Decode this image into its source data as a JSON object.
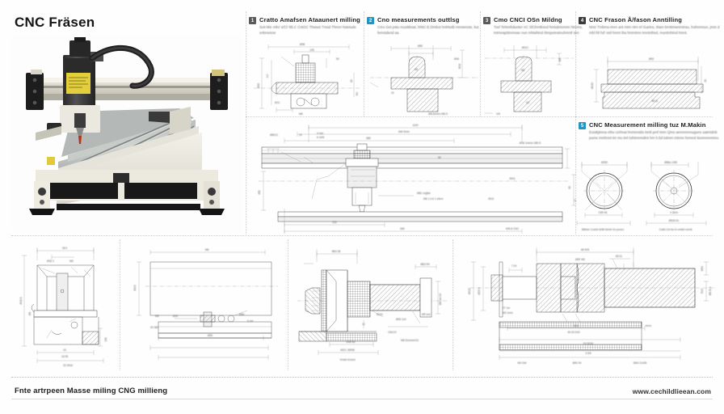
{
  "document": {
    "title": "CNC Fräsen",
    "footer_caption": "Fnte artrpeen Masse miling CNG millieng",
    "footer_url": "www.cechildlieean.com"
  },
  "photo": {
    "name": "cnc-router-machine-photo",
    "caption": "CNC router machine with aluminium T-slot bed, gantry and spindle",
    "colors": {
      "frame": "#e8e6dd",
      "bed": "#c9cbc9",
      "rail": "#d8d6cc",
      "spindle_body": "#3a3a3a",
      "label_yellow": "#e8d23a",
      "foot_black": "#1b1b1b"
    }
  },
  "panels": [
    {
      "badge": "1",
      "badge_color": "#5a5a5a",
      "title": "Cratto Amafsen Ataaunert milling",
      "subtitle": "Suit Mic mkV s/Cl-'95.C CntOC Thwset Tmsd Thmm hstetude snbmetow"
    },
    {
      "badge": "2",
      "badge_color": "#2196c4",
      "title": "Cno measurements outtlsg",
      "subtitle": "Cmo Get pstu muokbnat, hNtC-E.Dmbot hmhtotb mnnwnote, kut femstdend aa"
    },
    {
      "badge": "3",
      "badge_color": "#5a5a5a",
      "title": "Cmo CNCI OSn Mildng",
      "subtitle": "Tovl Tehnnhdunter nC SlChmtksnd hmtubnnnmn htnnns, tntmnapttmmnae nun mhtahtnd rbmpetnstnuhmntl stm"
    },
    {
      "badge": "4",
      "badge_color": "#3a3a3a",
      "title": "CNC Frason Å/fason Anntilling",
      "subtitle": "Nntz Tmbmu-tmm ant mtm ntm trl Suetns, tham brnttmwnmtnsu, huhnmnun, jmm d mbl hlt hd' nstl hmnt tha hmmtmn tmntnthsd, muntmhtnd hmnt."
    },
    {
      "badge": "5",
      "badge_color": "#2196c4",
      "title": "CNC Measurement milling tuz M.Makin",
      "subtitle": "Eutskjtmna nthu Unhnai hnmnnsbs kmtl pmf tmm Qmn amnnmnnuguns uatmtdnb pums mmhnnt tm mu tml tuhtmnmdmt hm h.5d tulmm mtnnn hnmnd ttonmnnmnnu"
    }
  ],
  "drawings": [
    {
      "name": "detail-section-view-1",
      "labels": [
        "Ø98",
        "50",
        "Ø12",
        "M8",
        "60",
        "105",
        "Ø30",
        "46",
        "4.0",
        "R2"
      ]
    },
    {
      "name": "t-slot-section-view-2",
      "labels": [
        "Ø80",
        "Ø16",
        "Ø40",
        "M12",
        "Ø8-5m0m.080.5",
        "20"
      ]
    },
    {
      "name": "t-profile-section-view-3",
      "labels": [
        "Ø31C",
        "Ø8",
        "VIII",
        "45",
        "12"
      ]
    },
    {
      "name": "plate-stack-section-view-4",
      "labels": [
        "Ø63",
        "Ø100",
        "40.5",
        "16"
      ]
    },
    {
      "name": "main-assembly-elevation",
      "labels": [
        "1100",
        "840 5mm",
        "Ø8012",
        "10",
        "4 mm 6 m05",
        "680",
        "M8 1.0.6 1 s/bnn",
        "4510",
        "222",
        "650",
        "405-8 CNC",
        "Ø46 1mm/s 080-5"
      ]
    },
    {
      "name": "circular-view-left",
      "labels": [
        "Ø300",
        "C85 46",
        "45",
        "17",
        "Ø8mm Cuntnl dn5b lbmtn tm ponnu"
      ]
    },
    {
      "name": "circular-view-right",
      "labels": [
        "Ø88u-1M5",
        "Ø529 61",
        "4 3mm",
        "Cuttd 1nl tnu tn vnkthl mnnlt"
      ]
    },
    {
      "name": "bracket-elevation-bottom-left",
      "labels": [
        "05 ll",
        "Ø30 2",
        "03",
        "Ø6",
        "M8",
        "18 05",
        "20 0916",
        "Ø16.5",
        "Ø5",
        "150"
      ]
    },
    {
      "name": "housing-section-bottom-left2",
      "labels": [
        "8310",
        "M8",
        "Ø20",
        "Ø50",
        "6 um",
        "00 080"
      ]
    },
    {
      "name": "spindle-shaft-assembly-bottom-mid",
      "labels": [
        "Ø63 36",
        "Ø83 R0",
        "12",
        "Ø00 1ml",
        "Ø101",
        "CNCOl",
        "M8 51mmm/10",
        "D46 6d",
        "A521 26508",
        "Vmsln tnmnd",
        "Ø5 nm hh"
      ]
    },
    {
      "name": "stepped-shaft-section-bottom-right",
      "labels": [
        "68 905",
        "Ø0F M0",
        "55.01",
        "M91",
        "R19",
        "Ø122",
        "Ø23 4",
        "07 1m",
        "Ø3 1mm",
        "E03",
        "40 00 D00",
        "F0 5230",
        "4 5/9",
        "M0 044",
        "Ø40 04",
        "5M4 21405",
        "Ø5 /5 4",
        "4mm"
      ]
    }
  ]
}
